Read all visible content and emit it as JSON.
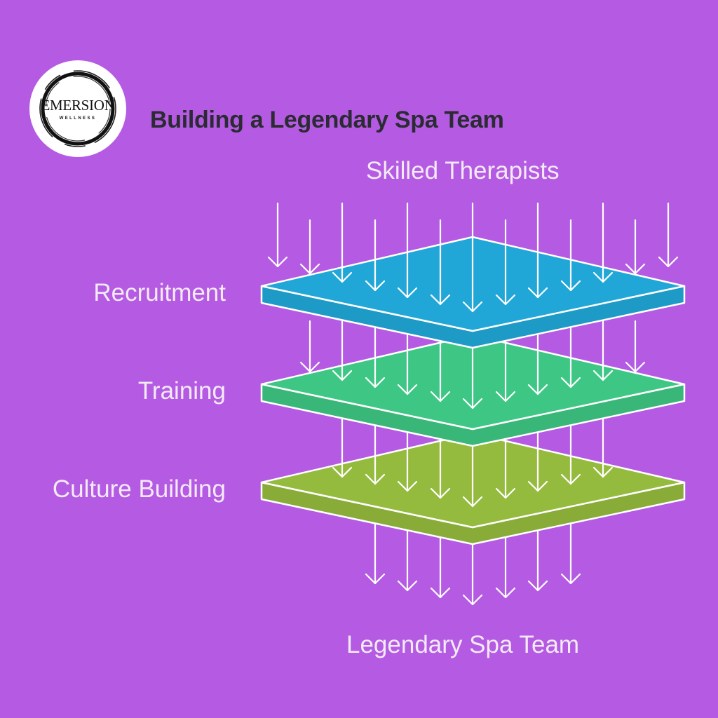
{
  "logo": {
    "main": "EMERSION",
    "sub": "WELLNESS"
  },
  "title": "Building a Legendary Spa Team",
  "input_label": "Skilled Therapists",
  "layers": [
    {
      "label": "Recruitment",
      "color": "#21a7d7"
    },
    {
      "label": "Training",
      "color": "#3ec784"
    },
    {
      "label": "Culture Building",
      "color": "#95bb3e"
    }
  ],
  "output_label": "Legendary Spa Team",
  "colors": {
    "background": "#b55be3",
    "arrows": "#ffffff",
    "title": "#2b2b33",
    "labels": "#f3eaf7"
  }
}
